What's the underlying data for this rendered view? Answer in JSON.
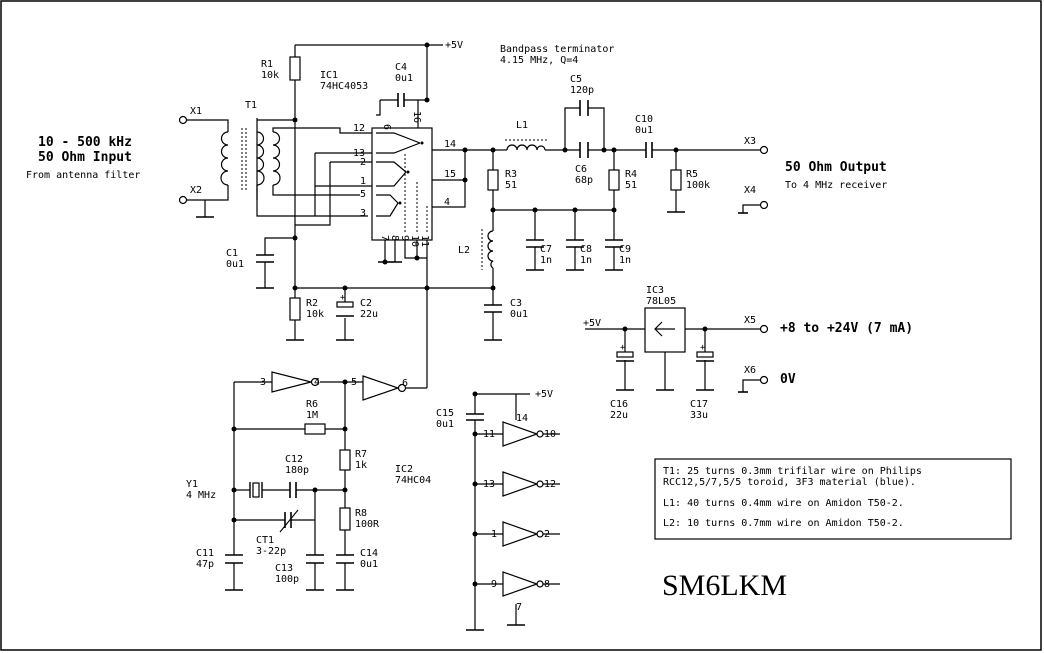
{
  "title": "SM6LKM",
  "supply": "+5V",
  "header": {
    "line1": "Bandpass terminator",
    "line2": "4.15 MHz, Q=4"
  },
  "input": {
    "line1": "10 - 500 kHz",
    "line2": "50 Ohm Input",
    "line3": "From antenna filter"
  },
  "output": {
    "line1": "50 Ohm Output",
    "line2": "To 4 MHz receiver"
  },
  "power": {
    "label": "+8 to +24V (7 mA)",
    "ground": "0V"
  },
  "connectors": {
    "x1": "X1",
    "x2": "X2",
    "x3": "X3",
    "x4": "X4",
    "x5": "X5",
    "x6": "X6"
  },
  "transformer": "T1",
  "ic1": {
    "name": "IC1",
    "part": "74HC4053",
    "pins": {
      "p12": "12",
      "p13": "13",
      "p2": "2",
      "p1": "1",
      "p5": "5",
      "p3": "3",
      "p14": "14",
      "p15": "15",
      "p4": "4",
      "p6": "6",
      "p16": "16",
      "p7": "7",
      "p8": "8",
      "p9": "9",
      "p10": "10",
      "p11": "11"
    }
  },
  "ic2": {
    "name": "IC2",
    "part": "74HC04",
    "pins": {
      "a3": "3",
      "a4": "4",
      "b5": "5",
      "b6": "6",
      "c11": "11",
      "c10": "10",
      "d13": "13",
      "d12": "12",
      "e1": "1",
      "e2": "2",
      "f9": "9",
      "f8": "8",
      "p14": "14",
      "p7": "7"
    }
  },
  "ic3": {
    "name": "IC3",
    "part": "78L05"
  },
  "r": {
    "r1": {
      "ref": "R1",
      "val": "10k"
    },
    "r2": {
      "ref": "R2",
      "val": "10k"
    },
    "r3": {
      "ref": "R3",
      "val": "51"
    },
    "r4": {
      "ref": "R4",
      "val": "51"
    },
    "r5": {
      "ref": "R5",
      "val": "100k"
    },
    "r6": {
      "ref": "R6",
      "val": "1M"
    },
    "r7": {
      "ref": "R7",
      "val": "1k"
    },
    "r8": {
      "ref": "R8",
      "val": "100R"
    }
  },
  "c": {
    "c1": {
      "ref": "C1",
      "val": "0u1"
    },
    "c2": {
      "ref": "C2",
      "val": "22u"
    },
    "c3": {
      "ref": "C3",
      "val": "0u1"
    },
    "c4": {
      "ref": "C4",
      "val": "0u1"
    },
    "c5": {
      "ref": "C5",
      "val": "120p"
    },
    "c6": {
      "ref": "C6",
      "val": "68p"
    },
    "c7": {
      "ref": "C7",
      "val": "1n"
    },
    "c8": {
      "ref": "C8",
      "val": "1n"
    },
    "c9": {
      "ref": "C9",
      "val": "1n"
    },
    "c10": {
      "ref": "C10",
      "val": "0u1"
    },
    "c11": {
      "ref": "C11",
      "val": "47p"
    },
    "c12": {
      "ref": "C12",
      "val": "180p"
    },
    "c13": {
      "ref": "C13",
      "val": "100p"
    },
    "c14": {
      "ref": "C14",
      "val": "0u1"
    },
    "c15": {
      "ref": "C15",
      "val": "0u1"
    },
    "c16": {
      "ref": "C16",
      "val": "22u"
    },
    "c17": {
      "ref": "C17",
      "val": "33u"
    }
  },
  "ct1": {
    "ref": "CT1",
    "val": "3-22p"
  },
  "l": {
    "l1": "L1",
    "l2": "L2"
  },
  "crystal": {
    "ref": "Y1",
    "val": "4 MHz"
  },
  "notes": {
    "t1a": "T1: 25 turns 0.3mm trifilar wire on Philips",
    "t1b": "RCC12,5/7,5/5 toroid, 3F3 material (blue).",
    "l1": "L1: 40 turns 0.4mm wire on Amidon T50-2.",
    "l2": "L2: 10 turns 0.7mm wire on Amidon T50-2."
  }
}
